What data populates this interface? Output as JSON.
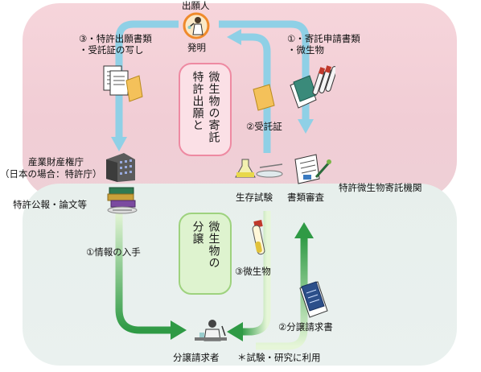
{
  "nodes": {
    "applicant_title": "出願人",
    "applicant_sub": "発明",
    "patent_office_line1": "産業財産権庁",
    "patent_office_line2": "（日本の場合：特許庁）",
    "gazette": "特許公報・論文等",
    "depository": "特許微生物寄託機関",
    "viability_test": "生存試験",
    "document_review": "書類審査",
    "requester": "分譲請求者",
    "requester_note": "＊試験・研究に利用"
  },
  "flows": {
    "deposit_request": "①・寄託申請書類\n・微生物",
    "receipt": "②受託証",
    "patent_application": "③・特許出願書類\n・受託証の写し",
    "info_acquisition": "①情報の入手",
    "distribution_request": "②分譲請求書",
    "microorganism_delivery": "③微生物"
  },
  "boxes": {
    "deposit_col1": "微生物の寄託",
    "deposit_col2": "特許出願と",
    "distribution_col1": "微生物の",
    "distribution_col2": "分譲"
  },
  "colors": {
    "top_panel": "#f1cdd5",
    "bottom_panel": "#e9f0ee",
    "arrow_blue": "#8fd0e6",
    "arrow_green": "#3aa84e",
    "box_pink_border": "#ee8aa2",
    "box_green_border": "#9ed27e"
  }
}
